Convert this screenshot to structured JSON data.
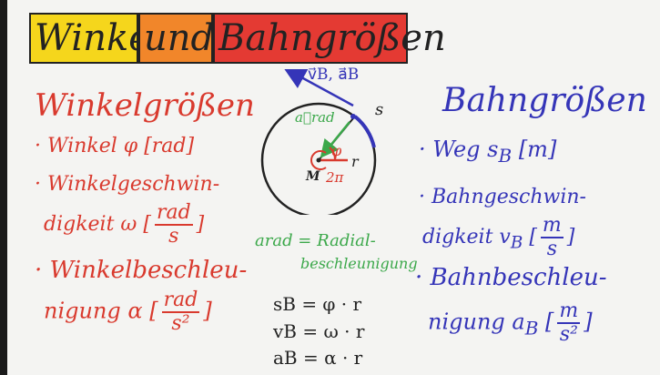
{
  "title": {
    "part1": "Winkel-",
    "part2": "und",
    "part3": "Bahngrößen"
  },
  "colors": {
    "banner1": "#f5d61c",
    "banner2": "#f1862a",
    "banner3": "#e43a33",
    "red_ink": "#d93a2e",
    "blue_ink": "#3535b8",
    "green_ink": "#3ba84a"
  },
  "left": {
    "heading": "Winkelgrößen",
    "item1": "· Winkel φ [rad]",
    "item2_line1": "· Winkelgeschwin-",
    "item2_line2": "digkeit ω [",
    "item2_num": "rad",
    "item2_den": "s",
    "item2_close": "]",
    "item3_line1": "· Winkelbeschleu-",
    "item3_line2": "nigung α [",
    "item3_num": "rad",
    "item3_den": "s²",
    "item3_close": "]"
  },
  "right": {
    "heading": "Bahngrößen",
    "item1": "· Weg s",
    "item1_sub": "B",
    "item1_unit": " [m]",
    "item2_line1": "· Bahngeschwin-",
    "item2_line2": "digkeit v",
    "item2_sub": "B",
    "item2_num": "m",
    "item2_den": "s",
    "item3_line1": "· Bahnbeschleu-",
    "item3_line2": "nigung a",
    "item3_sub": "B",
    "item3_num": "m",
    "item3_den": "s²"
  },
  "diagram": {
    "vector_label": "v⃗B, a⃗B",
    "arc_label": "s",
    "arad_label": "a⃗rad",
    "angle_label": "φ",
    "radius_label": "r",
    "center_label": "M",
    "full_angle_label": "2π"
  },
  "note": {
    "line1": "arad = Radial-",
    "line2": "beschleunigung"
  },
  "formulas": {
    "f1": "sB = φ · r",
    "f2": "vB = ω · r",
    "f3": "aB = α · r"
  }
}
